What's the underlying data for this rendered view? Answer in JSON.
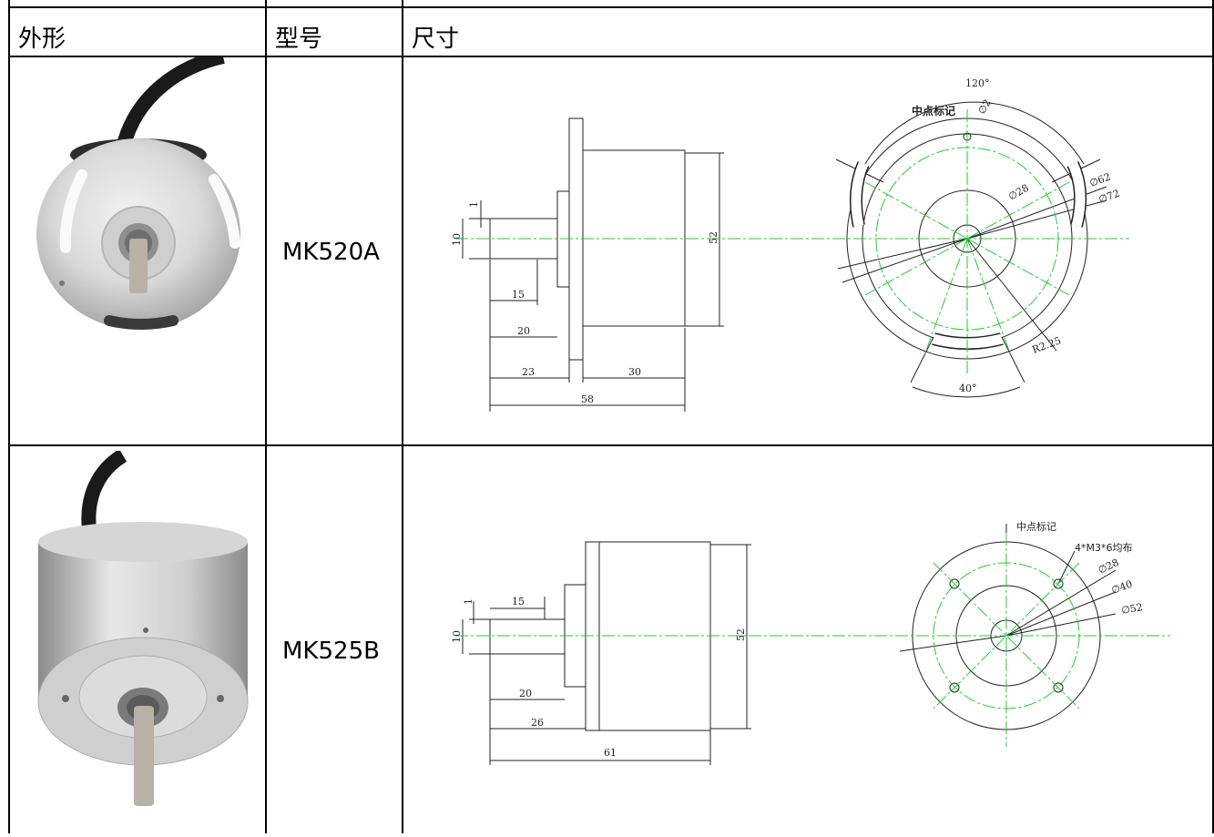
{
  "header": {
    "col1": "外形",
    "col2": "型号",
    "col3": "尺寸"
  },
  "rows": [
    {
      "model": "MK520A",
      "drawing": {
        "mark_label": "中点标记",
        "angle_top": "120°",
        "angle_bottom": "40°",
        "hole_dia": "∅2",
        "dia_28": "∅28",
        "dia_62": "∅62",
        "dia_72": "∅72",
        "radius": "R2.25",
        "dim_1": "1",
        "dim_10": "10",
        "dim_15": "15",
        "dim_20": "20",
        "dim_23": "23",
        "dim_30": "30",
        "dim_52": "52",
        "dim_58": "58"
      }
    },
    {
      "model": "MK525B",
      "drawing": {
        "mark_label": "中点标记",
        "thread_note": "4*M3*6均布",
        "dia_28": "∅28",
        "dia_40": "∅40",
        "dia_52": "∅52",
        "dim_1": "1",
        "dim_10": "10",
        "dim_15": "15",
        "dim_20": "20",
        "dim_26": "26",
        "dim_52": "52",
        "dim_61": "61"
      }
    }
  ]
}
